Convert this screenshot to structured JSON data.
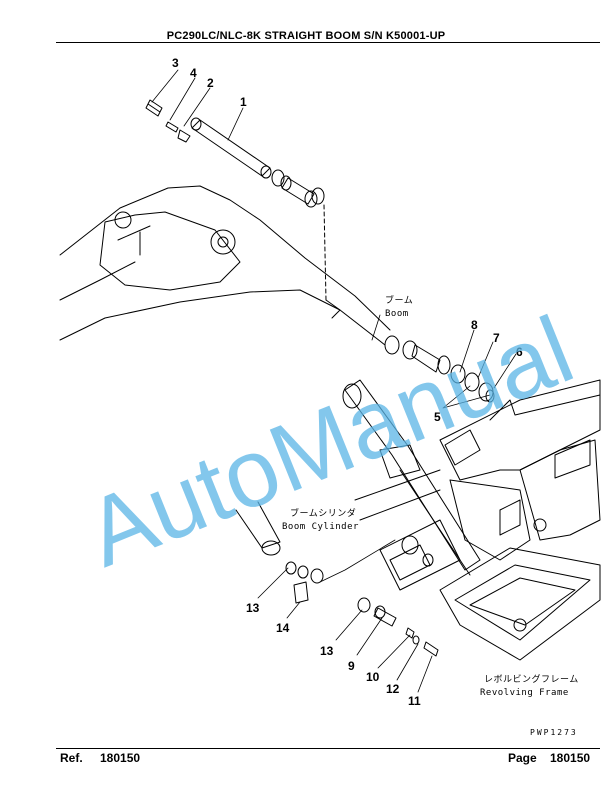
{
  "header": {
    "title": "PC290LC/NLC-8K STRAIGHT BOOM S/N K50001-UP"
  },
  "footer": {
    "ref_label": "Ref.",
    "ref_value": "180150",
    "page_label": "Page",
    "page_value": "180150"
  },
  "labels": {
    "boom_jp": "ブーム",
    "boom_en": "Boom",
    "cyl_jp": "ブームシリンダ",
    "cyl_en": "Boom Cylinder",
    "frame_jp": "レボルビングフレーム",
    "frame_en": "Revolving Frame",
    "drawing_code": "PWP1273"
  },
  "callouts": [
    "3",
    "4",
    "2",
    "1",
    "8",
    "7",
    "6",
    "5",
    "13",
    "14",
    "13",
    "9",
    "10",
    "12",
    "11"
  ],
  "watermark": "AutoManual",
  "colors": {
    "watermark": "#5ab4e6",
    "line": "#000000"
  }
}
